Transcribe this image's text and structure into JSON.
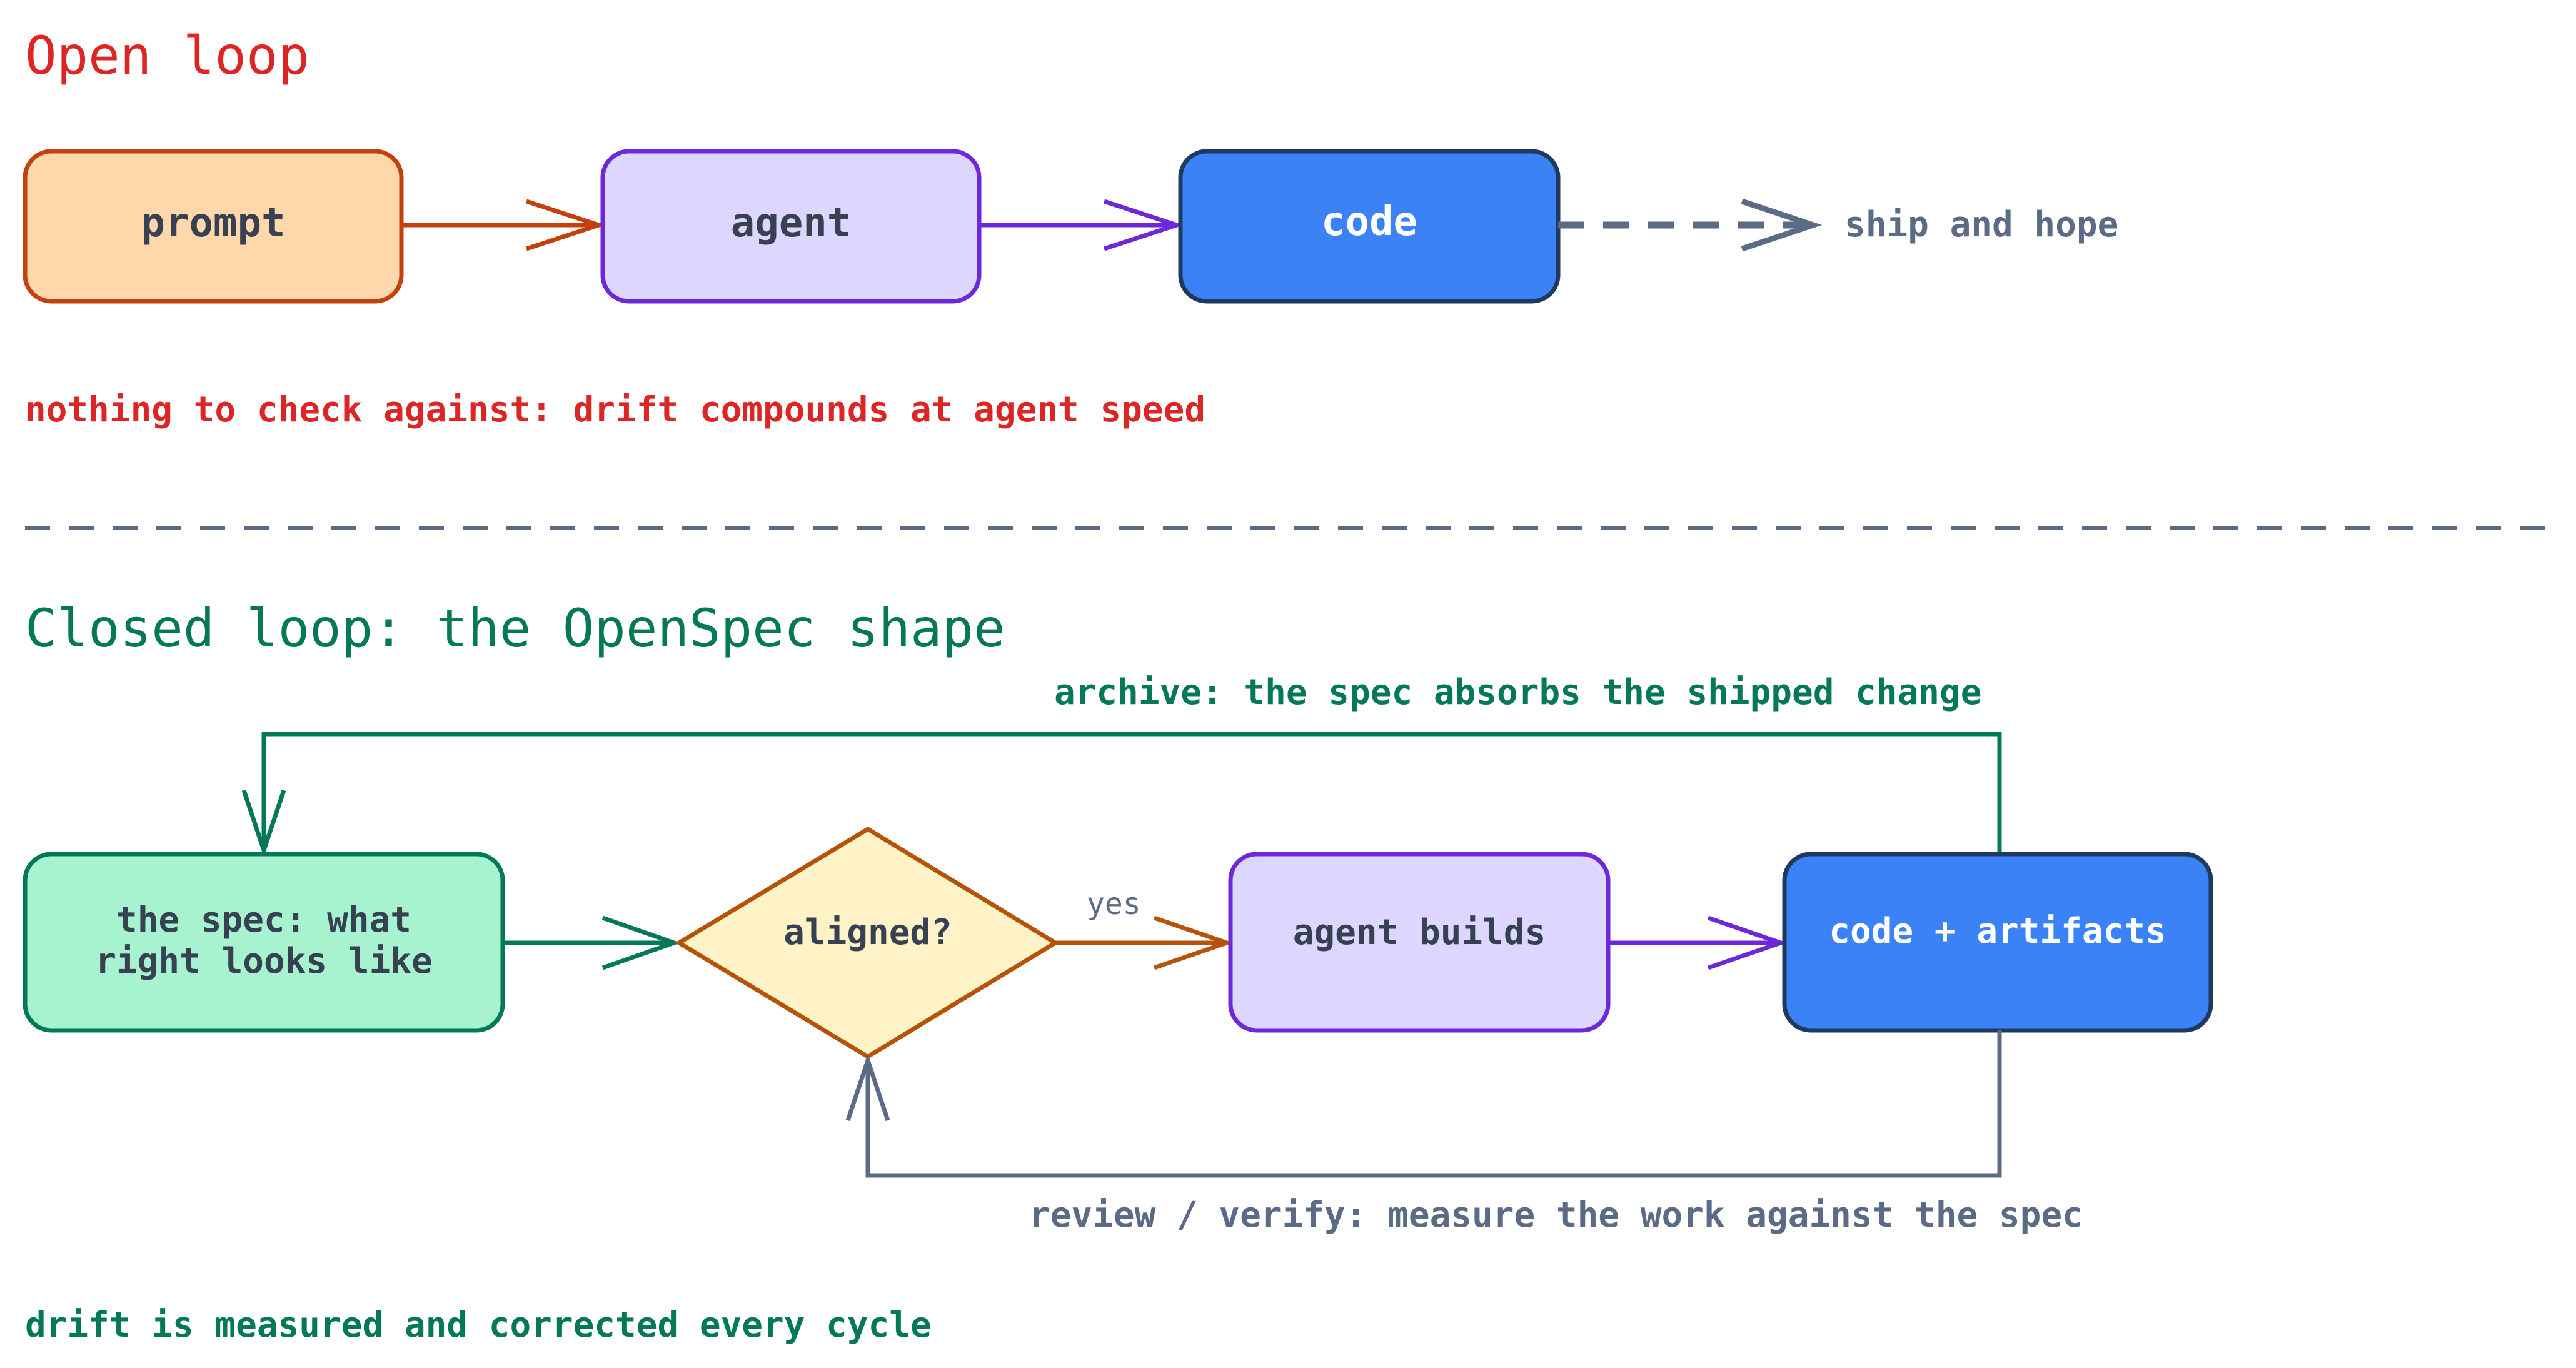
{
  "open_loop": {
    "title": "Open loop",
    "nodes": {
      "prompt": "prompt",
      "agent": "agent",
      "code": "code"
    },
    "ship_label": "ship and hope",
    "note": "nothing to check against: drift compounds at agent speed"
  },
  "closed_loop": {
    "title": "Closed loop: the OpenSpec shape",
    "nodes": {
      "spec_line1": "the spec: what",
      "spec_line2": "right looks like",
      "aligned": "aligned?",
      "agent_builds": "agent builds",
      "code_artifacts": "code + artifacts"
    },
    "yes_label": "yes",
    "archive_label": "archive: the spec absorbs the shipped change",
    "review_label": "review / verify: measure the work against the spec",
    "note": "drift is measured and corrected every cycle"
  },
  "colors": {
    "red": "#dc2626",
    "green": "#047857",
    "slate": "#5b6b85",
    "orange": "#c2410c",
    "purple": "#6d28d9",
    "navy": "#1e3a5f",
    "blue": "#3b82f6",
    "brown": "#b45309"
  }
}
